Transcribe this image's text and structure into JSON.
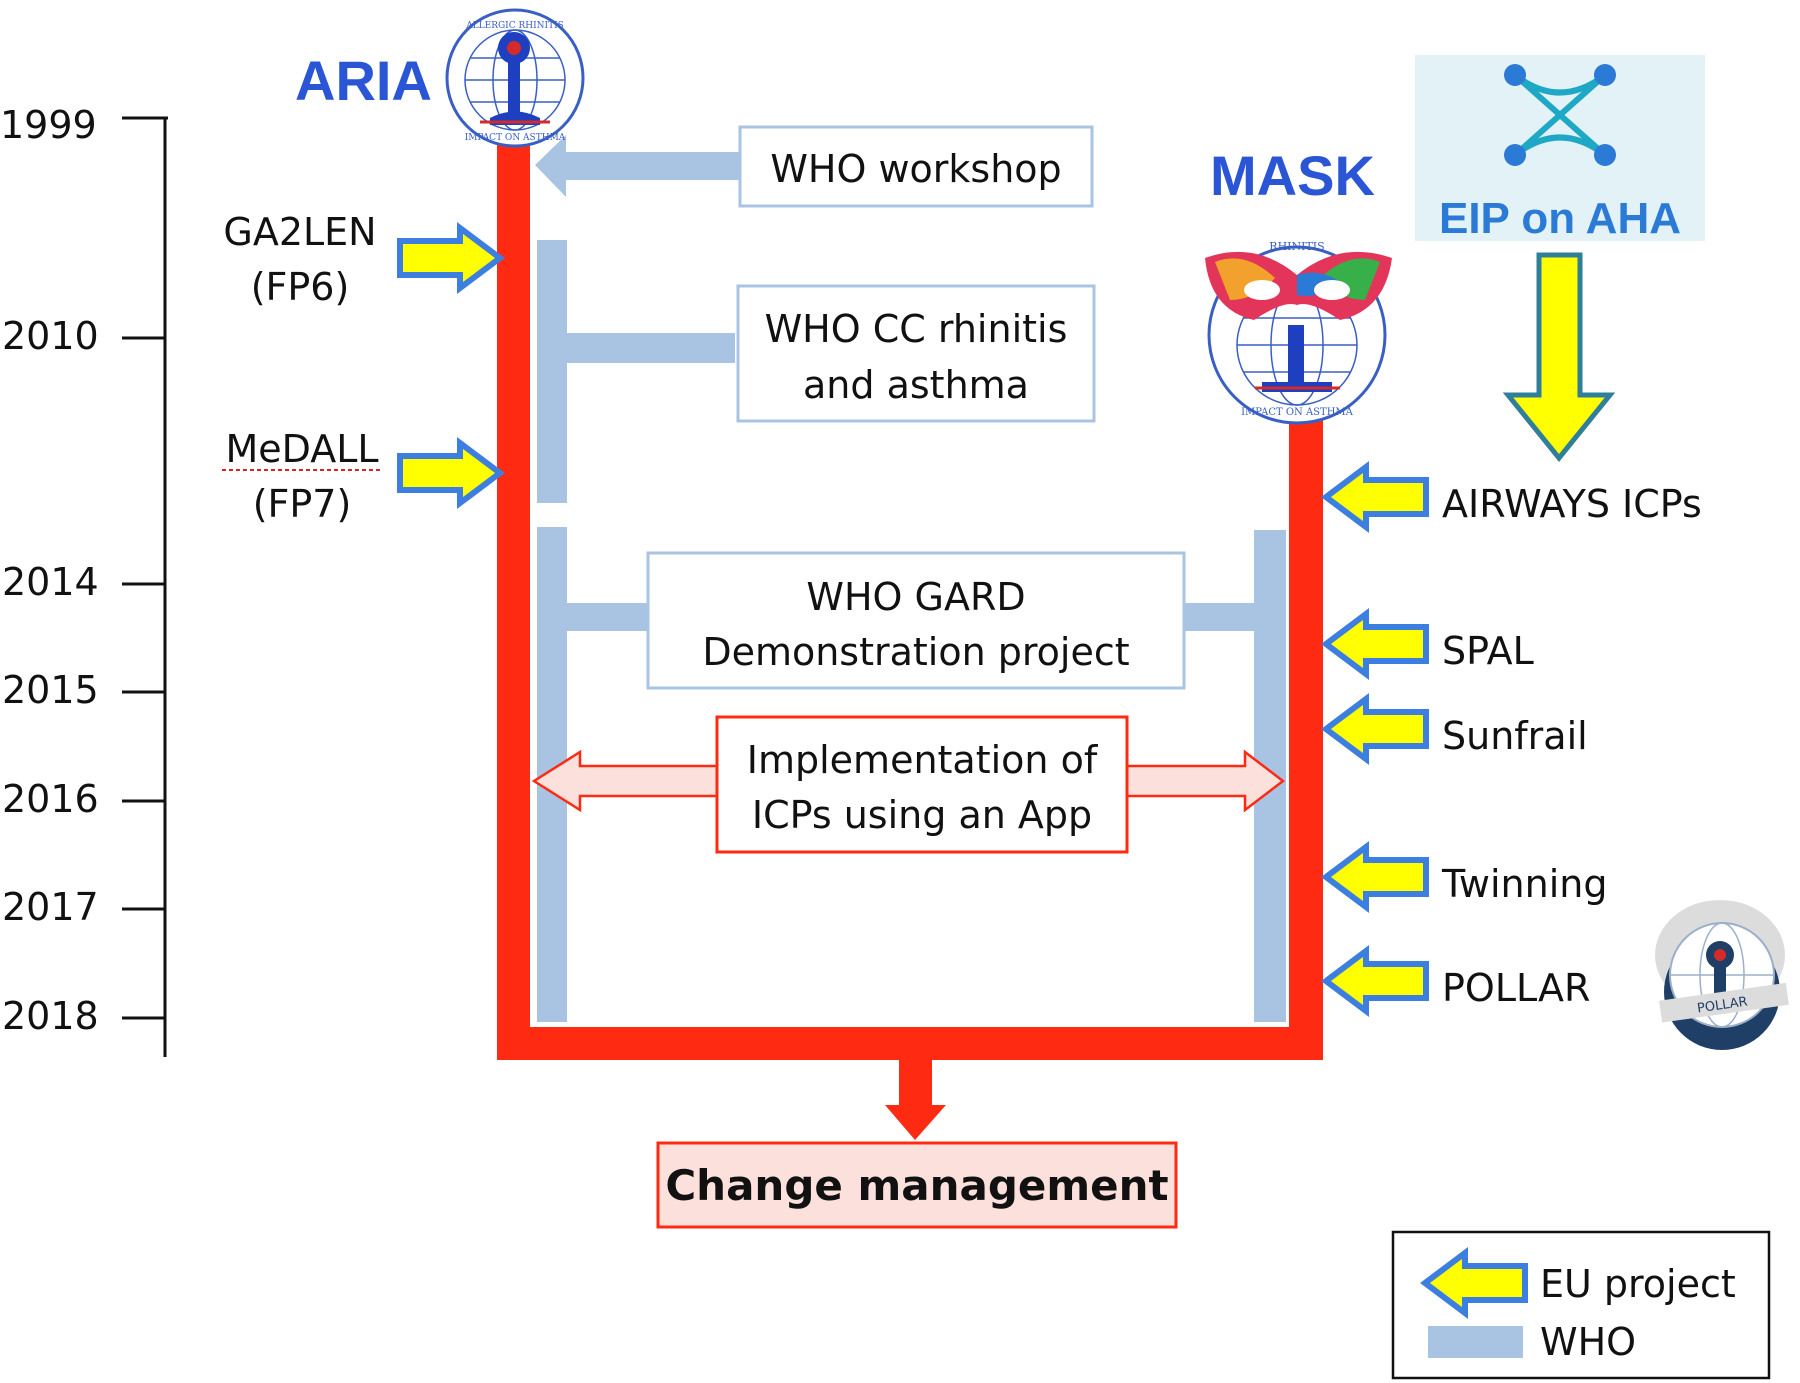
{
  "timeline": {
    "years": [
      "1999",
      "2010",
      "2014",
      "2015",
      "2016",
      "2017",
      "2018"
    ]
  },
  "logos": {
    "aria_title": "ARIA",
    "mask_title": "MASK",
    "eip_title": "EIP on AHA",
    "aria_seal_top": "ALLERGIC RHINITIS",
    "aria_seal_bottom": "IMPACT ON ASTHMA",
    "mask_seal_top": "RHINITIS",
    "mask_seal_bottom": "IMPACT ON ASTHMA",
    "pollar_text": "POLLAR"
  },
  "left_projects": {
    "ga2len_line1": "GA2LEN",
    "ga2len_line2": "(FP6)",
    "medall_line1": "MeDALL",
    "medall_line2": "(FP7)"
  },
  "who_boxes": {
    "workshop": "WHO workshop",
    "cc_line1": "WHO CC rhinitis",
    "cc_line2": "and asthma",
    "gard_line1": "WHO GARD",
    "gard_line2": "Demonstration project"
  },
  "implementation": {
    "line1": "Implementation of",
    "line2": "ICPs using an App"
  },
  "right_projects": {
    "airways": "AIRWAYS ICPs",
    "spal": "SPAL",
    "sunfrail": "Sunfrail",
    "twinning": "Twinning",
    "pollar": "POLLAR"
  },
  "outcome": "Change management",
  "legend": {
    "eu_project": "EU project",
    "who": "WHO"
  },
  "colors": {
    "red": "#ff2a12",
    "who_blue": "#a8c4e2",
    "arrow_yellow": "#ffff00",
    "arrow_blue": "#3d7fe0",
    "aria_blue": "#2a56d6",
    "impl_fill": "#fbe0dc"
  }
}
